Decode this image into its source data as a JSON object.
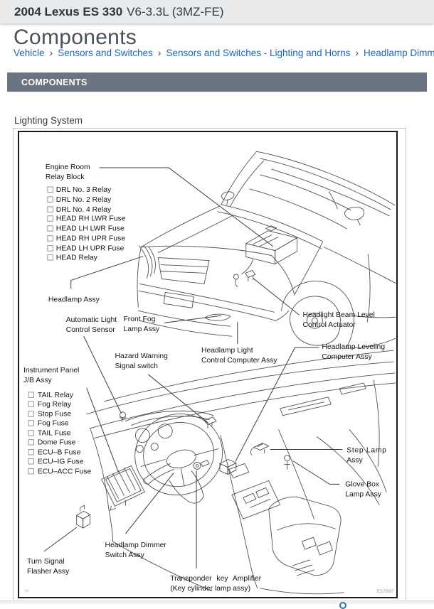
{
  "header": {
    "vehicle_title": "2004 Lexus ES 330",
    "vehicle_subtitle": "V6-3.3L (3MZ-FE)"
  },
  "page": {
    "clipped_heading": "Components"
  },
  "breadcrumb": {
    "separator": "›",
    "items": [
      "Vehicle",
      "Sensors and Switches",
      "Sensors and Switches - Lighting and Horns",
      "Headlamp Dimmer Switch"
    ]
  },
  "section": {
    "bar_label": "COMPONENTS"
  },
  "figure": {
    "caption": "Lighting System",
    "figure_id": "E57897",
    "corner_mark": "H",
    "labels": {
      "engine_room": [
        "Engine Room",
        "Relay Block"
      ],
      "relay_block_items": [
        "DRL No. 3 Relay",
        "DRL No. 2 Relay",
        "DRL No. 4 Relay",
        "HEAD RH LWR Fuse",
        "HEAD LH LWR Fuse",
        "HEAD RH UPR Fuse",
        "HEAD LH UPR Fuse",
        "HEAD Relay"
      ],
      "headlamp_assy": "Headlamp Assy",
      "automatic_light": [
        "Automatic Light",
        "Control Sensor"
      ],
      "front_fog": [
        "Front Fog",
        "Lamp Assy"
      ],
      "hazard": [
        "Hazard Warning",
        "Signal switch"
      ],
      "headlamp_light": [
        "Headlamp Light",
        "Control Computer Assy"
      ],
      "headlight_beam": [
        "Headlight Beam Level",
        "Control Actuator"
      ],
      "headlamp_leveling": [
        "Headlamp Leveling",
        "Computer Assy"
      ],
      "instrument_panel": [
        "Instrument Panel",
        "J/B Assy"
      ],
      "jb_items": [
        "TAIL Relay",
        "Fog Relay",
        "Stop Fuse",
        "Fog Fuse",
        "TAIL Fuse",
        "Dome Fuse",
        "ECU–B Fuse",
        "ECU–IG Fuse",
        "ECU–ACC Fuse"
      ],
      "turn_signal": [
        "Turn Signal",
        "Flasher Assy"
      ],
      "headlamp_dimmer": [
        "Headlamp Dimmer",
        "Switch Assy"
      ],
      "transponder": [
        "Transponder key Amplifier",
        "(Key cylinder lamp assy)"
      ],
      "step_lamp": [
        "Step Lamp",
        "Assy"
      ],
      "glove_box": [
        "Glove Box",
        "Lamp Assy"
      ]
    }
  },
  "colors": {
    "header_bg": "#e9eaeb",
    "section_bar_bg": "#6b7581",
    "link_blue": "#2264c4",
    "diagram_line": "#505050"
  }
}
